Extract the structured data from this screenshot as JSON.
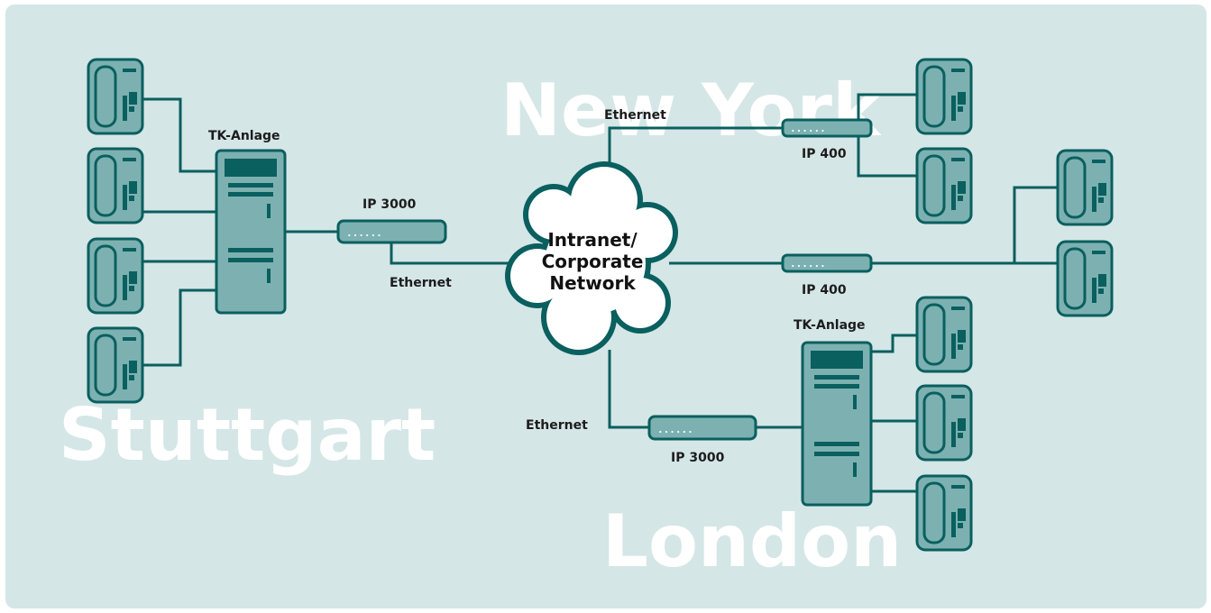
{
  "locations": {
    "stuttgart": "Stuttgart",
    "new_york": "New York",
    "london": "London"
  },
  "cloud": {
    "line1": "Intranet/",
    "line2": "Corporate",
    "line3": "Network"
  },
  "labels": {
    "tk_anlage_stuttgart": "TK-Anlage",
    "tk_anlage_london": "TK-Anlage",
    "ip3000_stuttgart": "IP 3000",
    "ip3000_london": "IP 3000",
    "ip400_newyork_top": "IP 400",
    "ip400_middle": "IP 400",
    "ethernet_stuttgart": "Ethernet",
    "ethernet_newyork": "Ethernet",
    "ethernet_london": "Ethernet"
  },
  "device_indicator": "......",
  "colors": {
    "background": "#d5e6e6",
    "device_fill": "#7db1b1",
    "device_stroke": "#0a5f5f",
    "city_text": "#ffffff"
  }
}
